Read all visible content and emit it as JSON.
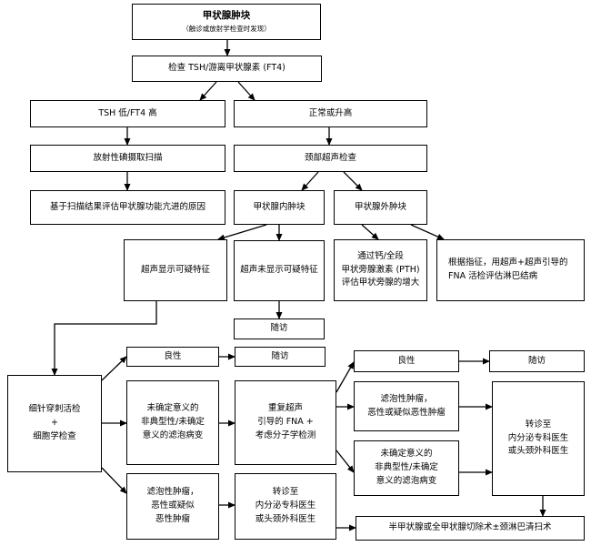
{
  "nodes": {
    "thyroid_nodule": {
      "title": "甲状腺肿块",
      "subtitle": "（触诊或放射学检查时发现）"
    },
    "check_tsh": {
      "lines": [
        "检查 TSH/游离甲状腺素 (FT4)"
      ]
    },
    "tsh_low": {
      "lines": [
        "TSH 低/FT4 高"
      ]
    },
    "normal_high": {
      "lines": [
        "正常或升高"
      ]
    },
    "radioiodine_scan": {
      "lines": [
        "放射性碘摄取扫描"
      ]
    },
    "neck_us": {
      "lines": [
        "颈部超声检查"
      ]
    },
    "evaluate_hyper": {
      "lines": [
        "基于扫描结果评估甲状腺功能亢进的原因"
      ]
    },
    "intrathyroid_mass": {
      "lines": [
        "甲状腺内肿块"
      ]
    },
    "extrathyroid_mass": {
      "lines": [
        "甲状腺外肿块"
      ]
    },
    "us_suspicious": {
      "lines": [
        "超声显示可疑特征"
      ]
    },
    "us_not_suspicious": {
      "lines": [
        "超声未显示可疑特征"
      ]
    },
    "pth_eval": {
      "lines": [
        "通过钙/全段",
        "甲状旁腺激素 (PTH)",
        "评估甲状旁腺的增大"
      ]
    },
    "fna_lymph": {
      "lines": [
        "根据指征，用超声+超声引导的",
        "FNA 活检评估淋巴结病"
      ]
    },
    "followup_1": {
      "lines": [
        "随访"
      ]
    },
    "fna_cytology": {
      "lines": [
        "细针穿刺活检",
        "+",
        "细胞学检查"
      ]
    },
    "benign_1": {
      "lines": [
        "良性"
      ]
    },
    "followup_2": {
      "lines": [
        "随访"
      ]
    },
    "aus_flus_1": {
      "lines": [
        "未确定意义的",
        "非典型性/未确定",
        "意义的滤泡病变"
      ]
    },
    "repeat_fna": {
      "lines": [
        "重复超声",
        "引导的 FNA +",
        "考虑分子学检测"
      ]
    },
    "follicular_neoplasm_1": {
      "lines": [
        "滤泡性肿瘤，",
        "恶性或疑似",
        "恶性肿瘤"
      ]
    },
    "refer_1": {
      "lines": [
        "转诊至",
        "内分泌专科医生",
        "或头颈外科医生"
      ]
    },
    "benign_2": {
      "lines": [
        "良性"
      ]
    },
    "followup_3": {
      "lines": [
        "随访"
      ]
    },
    "follicular_neoplasm_2": {
      "lines": [
        "滤泡性肿瘤，",
        "恶性或疑似恶性肿瘤"
      ]
    },
    "refer_2": {
      "lines": [
        "转诊至",
        "内分泌专科医生",
        "或头颈外科医生"
      ]
    },
    "aus_flus_2": {
      "lines": [
        "未确定意义的",
        "非典型性/未确定",
        "意义的滤泡病变"
      ]
    },
    "surgery": {
      "lines": [
        "半甲状腺或全甲状腺切除术±颈淋巴清扫术"
      ]
    }
  }
}
